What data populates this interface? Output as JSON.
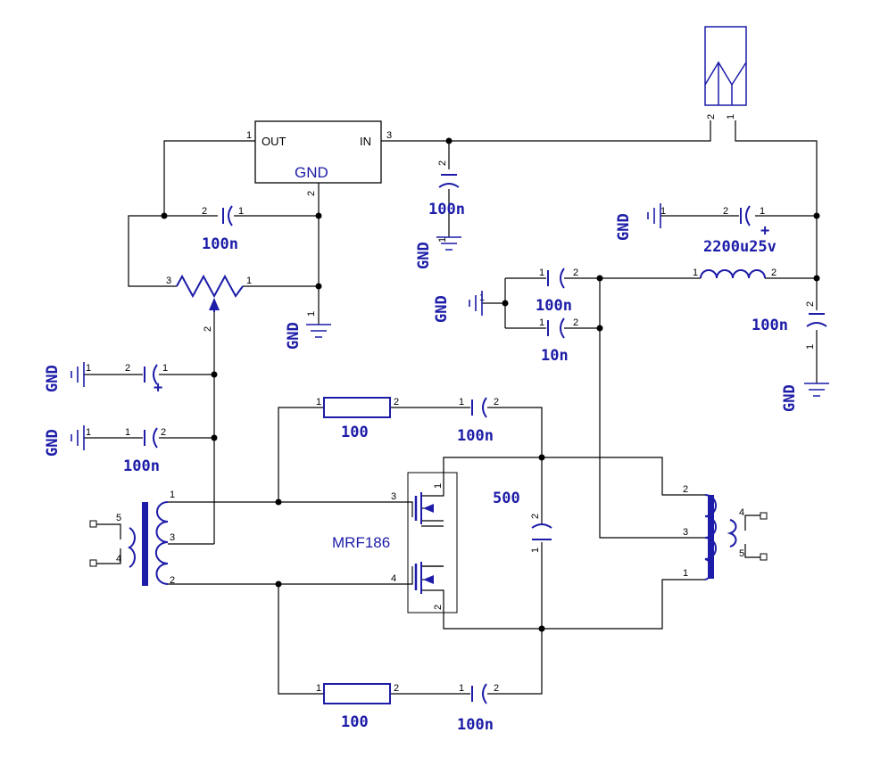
{
  "regulator": {
    "out": "OUT",
    "in": "IN",
    "gnd": "GND",
    "pin1": "1",
    "pin2": "2",
    "pin3": "3"
  },
  "ground_label": "GND",
  "transistor": {
    "label": "MRF186"
  },
  "values": {
    "c_100n": "100n",
    "c_10n": "10n",
    "c_bulk": "2200u25v",
    "r_100": "100",
    "c_500": "500"
  },
  "pins": {
    "p1": "1",
    "p2": "2",
    "p3": "3",
    "p4": "4",
    "p5": "5"
  },
  "polarity": {
    "plus": "+",
    "minus": "-"
  },
  "colors": {
    "wire": "#000000",
    "component": "#1c1ca8"
  }
}
